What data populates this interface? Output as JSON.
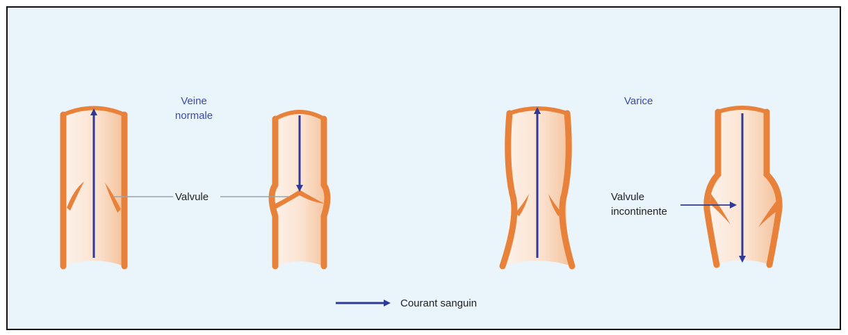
{
  "labels": {
    "veine_normale_line1": "Veine",
    "veine_normale_line2": "normale",
    "varice": "Varice",
    "valvule": "Valvule",
    "valvule_incontinente_line1": "Valvule",
    "valvule_incontinente_line2": "incontinente",
    "legend_text": "Courant sanguin"
  },
  "colors": {
    "background": "#e9f4fb",
    "frame_border": "#111111",
    "vein_wall": "#e8823a",
    "vein_interior_light": "#fdf1e8",
    "vein_interior_shade": "#f6c8a4",
    "arrow": "#2e3a96",
    "label_blue": "#3b4aa6",
    "leader_line": "#9aa4ae"
  },
  "diagram": {
    "veins": [
      {
        "name": "normal-vein-upward-flow",
        "flow": "up",
        "valve": "open"
      },
      {
        "name": "normal-vein-downward-flow",
        "flow": "down",
        "valve": "closed"
      },
      {
        "name": "varicose-vein-upward-flow",
        "flow": "up",
        "valve": "open"
      },
      {
        "name": "varicose-vein-downward-flow",
        "flow": "down",
        "valve": "incompetent"
      }
    ]
  }
}
